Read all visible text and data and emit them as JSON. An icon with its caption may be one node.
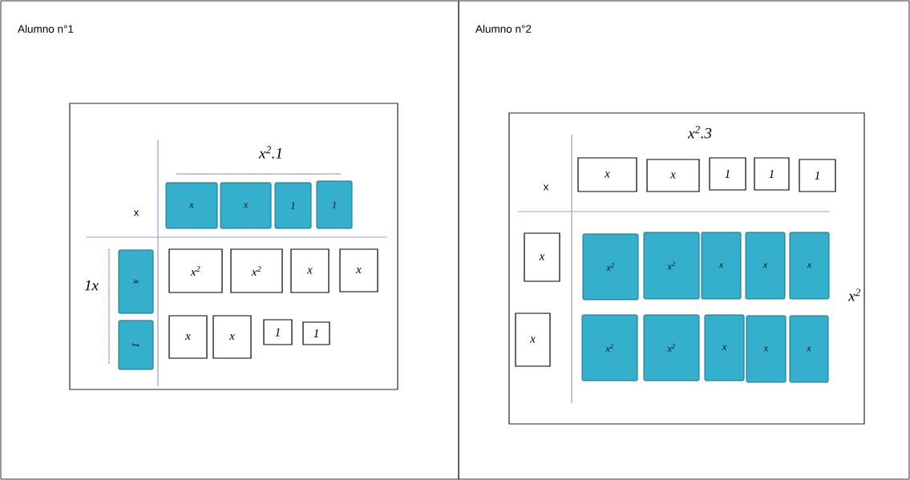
{
  "diagram": {
    "nodes": [
      {
        "text": [
          "Alumno n°1"
        ]
      },
      {
        "text": [],
        "shape": "box",
        "in": 0
      },
      {
        "text": [
          "x"
        ],
        "in": 1
      },
      {
        "text": [
          "x"
        ],
        "in": 1
      },
      {
        "text": [
          "1"
        ],
        "in": 1
      },
      {
        "text": [
          "1"
        ],
        "in": 1
      },
      {
        "text": [
          "x"
        ],
        "in": 1
      },
      {
        "text": [
          "1"
        ],
        "in": 1
      },
      {
        "text": [
          "x$^{2}$"
        ],
        "in": 1
      },
      {
        "text": [
          "x$^{2}$"
        ],
        "in": 1
      },
      {
        "text": [
          "x"
        ],
        "in": 1
      },
      {
        "text": [
          "x"
        ],
        "in": 1
      },
      {
        "text": [
          "x"
        ],
        "in": 1
      },
      {
        "text": [
          "x"
        ],
        "in": 1
      },
      {
        "text": [
          "1"
        ],
        "in": 1
      },
      {
        "text": [
          "1"
        ],
        "in": 1
      },
      {
        "text": [
          "Alumno n°2"
        ]
      },
      {
        "text": [],
        "shape": "box",
        "in": 16
      },
      {
        "text": [
          "x"
        ],
        "in": 17
      },
      {
        "text": [
          "x"
        ],
        "in": 17
      },
      {
        "text": [
          "1"
        ],
        "in": 17
      },
      {
        "text": [
          "1"
        ],
        "in": 17
      },
      {
        "text": [
          "1"
        ],
        "in": 17
      },
      {
        "text": [
          "x"
        ],
        "in": 17
      },
      {
        "text": [
          "x"
        ],
        "in": 17
      },
      {
        "text": [
          "x$^{2}$"
        ],
        "in": 17
      },
      {
        "text": [
          "x$^{2}$"
        ],
        "in": 17
      },
      {
        "text": [
          "x"
        ],
        "in": 17
      },
      {
        "text": [
          "x"
        ],
        "in": 17
      },
      {
        "text": [
          "x"
        ],
        "in": 17
      },
      {
        "text": [
          "x$^{2}$"
        ],
        "in": 17
      },
      {
        "text": [
          "x$^{2}$"
        ],
        "in": 17
      },
      {
        "text": [
          "x"
        ],
        "in": 17
      },
      {
        "text": [
          "x"
        ],
        "in": 17
      },
      {
        "text": [
          "x"
        ],
        "in": 17
      }
    ],
    "labels": [
      "x$^{2}$.1",
      "x",
      "1x",
      "x$^{2}$.3",
      "x",
      "x$^{2}$"
    ]
  }
}
